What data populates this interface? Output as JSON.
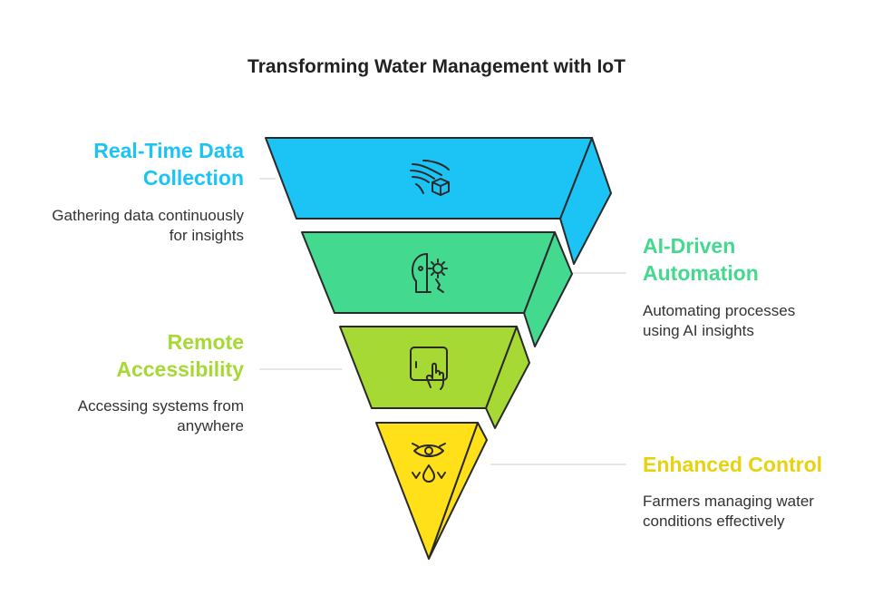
{
  "title": "Transforming Water Management with IoT",
  "colors": {
    "cyan": "#1CC3F5",
    "green": "#43D98E",
    "lime": "#A6D934",
    "yellow": "#FFE019",
    "outline": "#2A2A2A"
  },
  "layers": [
    {
      "heading_lines": [
        "Real-Time Data",
        "Collection"
      ],
      "description_lines": [
        "Gathering data continuously",
        "for insights"
      ],
      "icon": "data-stream-cube-icon",
      "color": "#1CC3F5",
      "side": "left"
    },
    {
      "heading_lines": [
        "AI-Driven",
        "Automation"
      ],
      "description_lines": [
        "Automating processes",
        "using AI insights"
      ],
      "icon": "ai-head-gear-icon",
      "color": "#43D98E",
      "side": "right"
    },
    {
      "heading_lines": [
        "Remote",
        "Accessibility"
      ],
      "description_lines": [
        "Accessing systems from",
        "anywhere"
      ],
      "icon": "tablet-touch-icon",
      "color": "#A6D934",
      "side": "left"
    },
    {
      "heading_lines": [
        "Enhanced Control"
      ],
      "description_lines": [
        "Farmers managing water",
        "conditions effectively"
      ],
      "icon": "eye-water-drop-icon",
      "color": "#E8D20F",
      "side": "right"
    }
  ]
}
